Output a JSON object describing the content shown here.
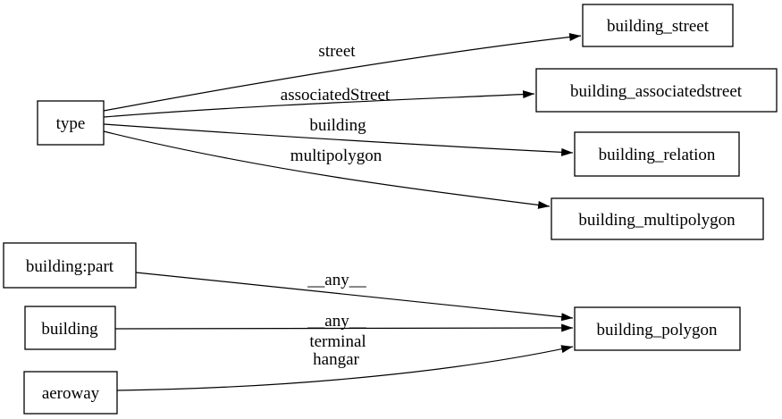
{
  "diagram": {
    "kind": "directed-graph",
    "colors": {
      "background": "#ffffff",
      "node_fill": "#ffffff",
      "node_border": "#000000",
      "edge_stroke": "#000000",
      "text": "#000000"
    },
    "nodes": [
      {
        "id": "type",
        "label": "type"
      },
      {
        "id": "building_street",
        "label": "building_street"
      },
      {
        "id": "building_associatedstreet",
        "label": "building_associatedstreet"
      },
      {
        "id": "building_relation",
        "label": "building_relation"
      },
      {
        "id": "building_multipolygon",
        "label": "building_multipolygon"
      },
      {
        "id": "building:part",
        "label": "building:part"
      },
      {
        "id": "building",
        "label": "building"
      },
      {
        "id": "aeroway",
        "label": "aeroway"
      },
      {
        "id": "building_polygon",
        "label": "building_polygon"
      }
    ],
    "edges": [
      {
        "from": "type",
        "to": "building_street",
        "label": "street",
        "label_lines": [
          "street"
        ]
      },
      {
        "from": "type",
        "to": "building_associatedstreet",
        "label": "associatedStreet",
        "label_lines": [
          "associatedStreet"
        ]
      },
      {
        "from": "type",
        "to": "building_relation",
        "label": "building",
        "label_lines": [
          "building"
        ]
      },
      {
        "from": "type",
        "to": "building_multipolygon",
        "label": "multipolygon",
        "label_lines": [
          "multipolygon"
        ]
      },
      {
        "from": "building:part",
        "to": "building_polygon",
        "label": "__any__",
        "label_lines": [
          "__any__"
        ]
      },
      {
        "from": "building",
        "to": "building_polygon",
        "label": "__any__",
        "label_lines": [
          "__any__"
        ]
      },
      {
        "from": "aeroway",
        "to": "building_polygon",
        "label": "terminal hangar",
        "label_lines": [
          "terminal",
          "hangar"
        ]
      }
    ]
  }
}
